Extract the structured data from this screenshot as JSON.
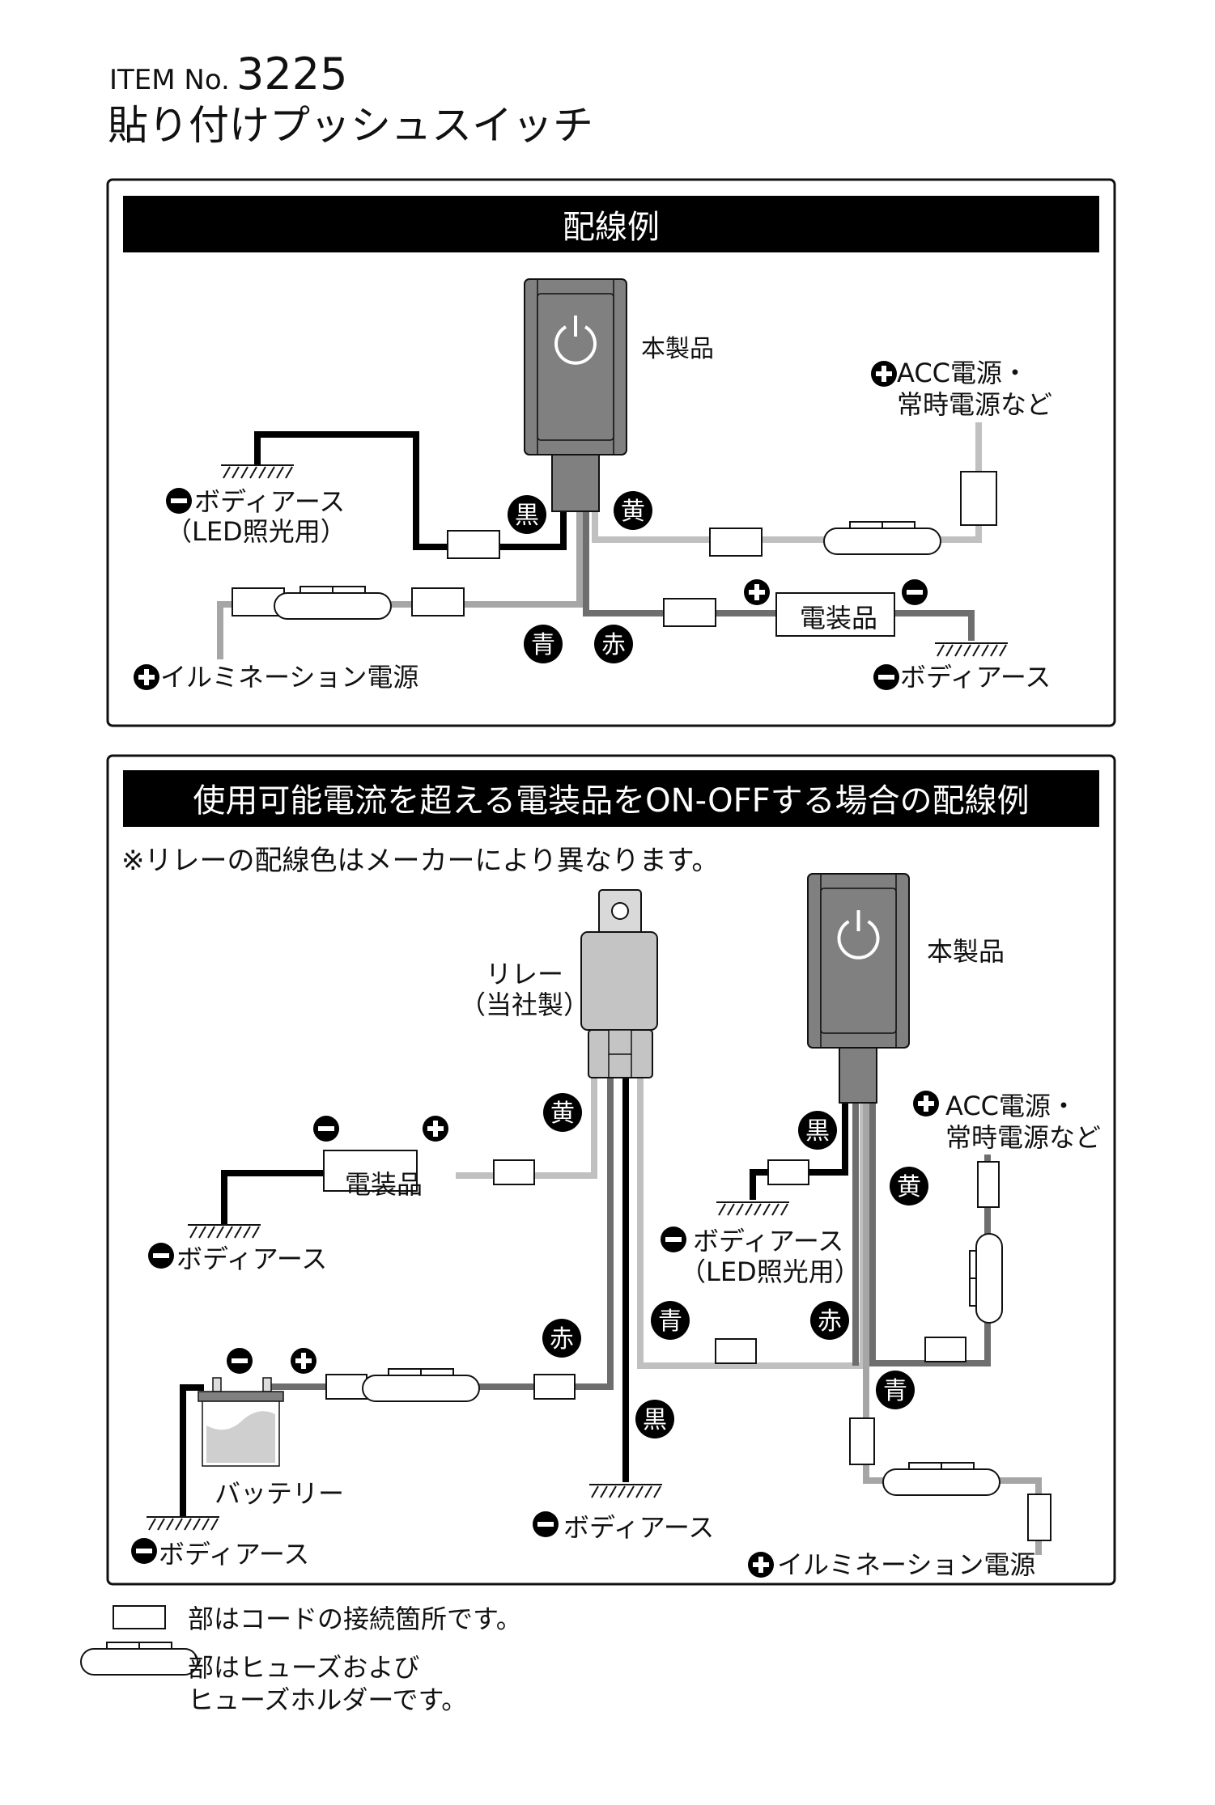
{
  "header": {
    "item_prefix": "ITEM No.",
    "item_number": "3225",
    "product_title": "貼り付けプッシュスイッチ"
  },
  "colors": {
    "wire_black": "#000000",
    "wire_yellow": "#c0c0c0",
    "wire_blue": "#a6a6a6",
    "wire_red": "#6e6e6e",
    "switch_body": "#808080",
    "relay_body": "#c4c4c4",
    "header_bar": "#000000"
  },
  "section1": {
    "title": "配線例",
    "product_label": "本製品",
    "ground_led_label_line1": "ボディアース",
    "ground_led_label_line2": "（LED照光用）",
    "acc_label_line1": "ACC電源・",
    "acc_label_line2": "常時電源など",
    "illumination_label": "イルミネーション電源",
    "accessory_label": "電装品",
    "ground_right_label": "ボディアース",
    "wire_tags": {
      "black": "黒",
      "yellow": "黄",
      "blue": "青",
      "red": "赤"
    }
  },
  "section2": {
    "title": "使用可能電流を超える電装品をON-OFFする場合の配線例",
    "note": "※リレーの配線色はメーカーにより異なります。",
    "relay_label_line1": "リレー",
    "relay_label_line2": "（当社製）",
    "product_label": "本製品",
    "accessory_label": "電装品",
    "ground_accessory_label": "ボディアース",
    "battery_label": "バッテリー",
    "ground_battery_label": "ボディアース",
    "ground_relay_label": "ボディアース",
    "ground_led_label_line1": "ボディアース",
    "ground_led_label_line2": "（LED照光用）",
    "acc_label_line1": "ACC電源・",
    "acc_label_line2": "常時電源など",
    "illumination_label": "イルミネーション電源",
    "wire_tags": {
      "black": "黒",
      "yellow": "黄",
      "blue": "青",
      "red": "赤"
    }
  },
  "legend": {
    "connector_text": "部はコードの接続箇所です。",
    "fuse_text_line1": "部はヒューズおよび",
    "fuse_text_line2": "ヒューズホルダーです。"
  }
}
